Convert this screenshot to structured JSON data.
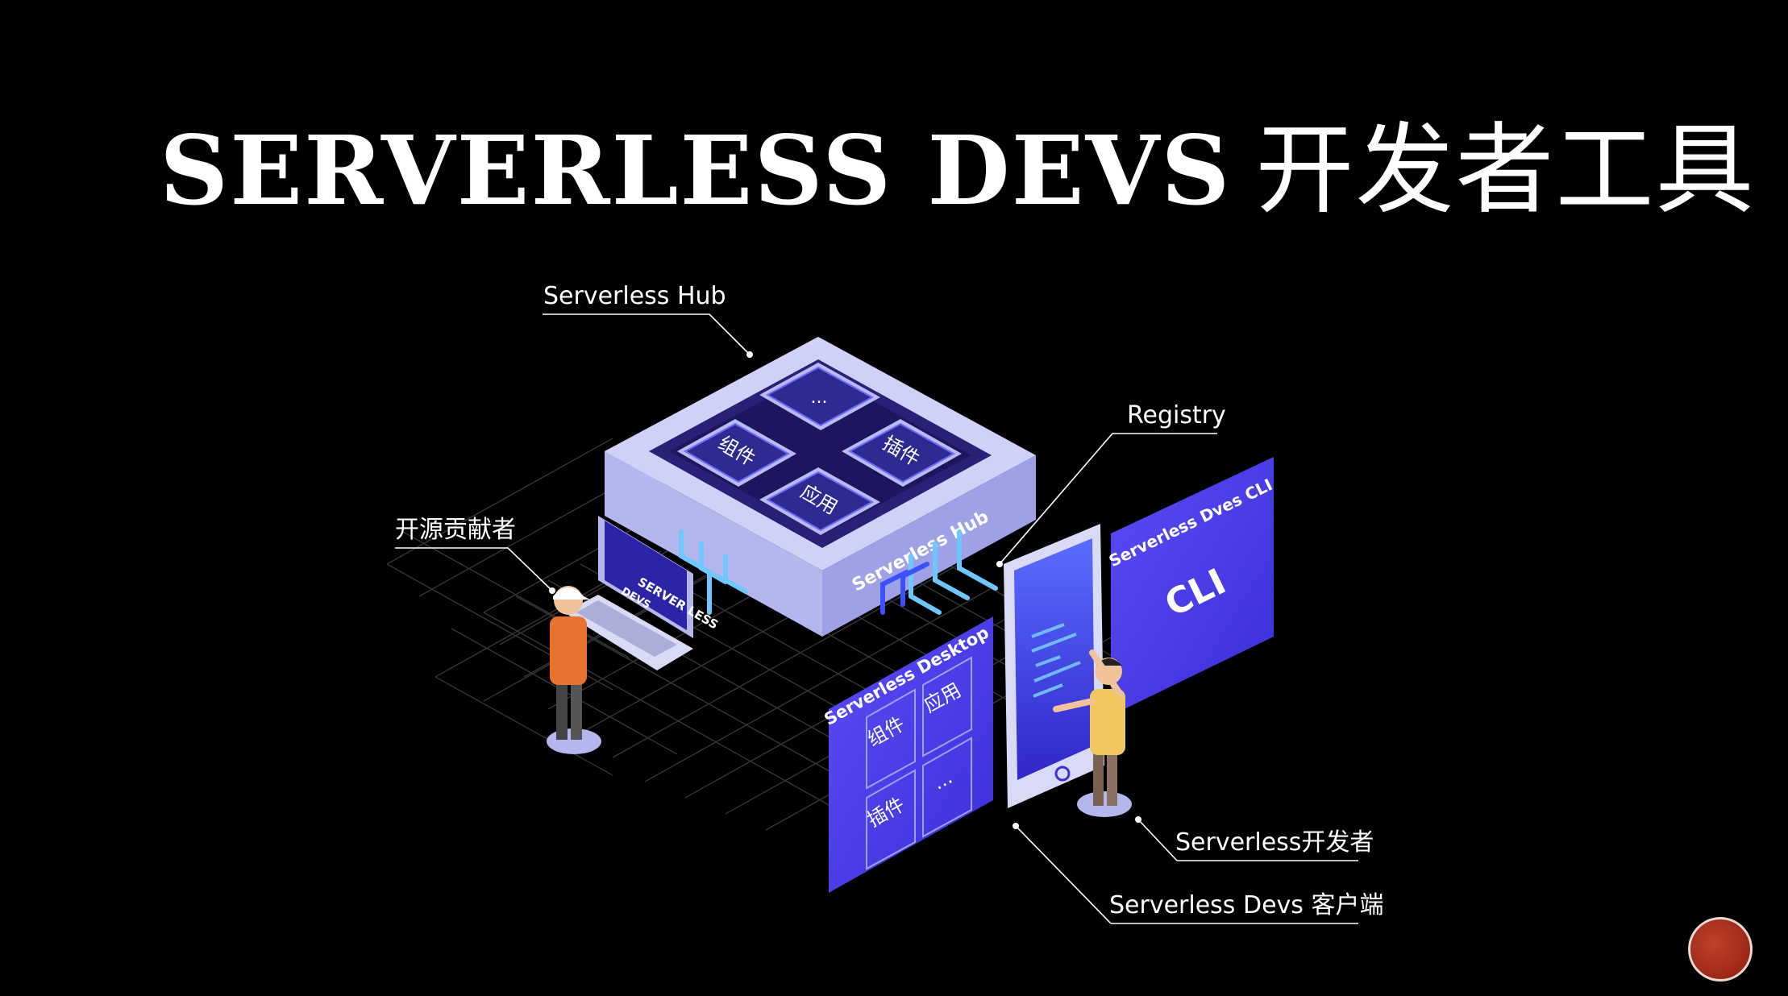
{
  "slide": {
    "title_en": "SERVERLESS DEVS",
    "title_cn": "开发者工具"
  },
  "callouts": {
    "hub": "Serverless Hub",
    "registry": "Registry",
    "contributor": "开源贡献者",
    "developer": "Serverless开发者",
    "client": "Serverless Devs 客户端"
  },
  "hub_block": {
    "side_label": "Serverless Hub",
    "tiles": [
      "...",
      "组件",
      "插件",
      "应用"
    ]
  },
  "laptop": {
    "screen_label_1": "SERVER LESS",
    "screen_label_2": "DEVS"
  },
  "cli_panel": {
    "title": "Serverless Dves CLI",
    "body": "CLI"
  },
  "desktop_panel": {
    "title": "Serverless Desktop",
    "tiles": [
      "组件",
      "应用",
      "插件",
      "..."
    ]
  },
  "colors": {
    "background": "#000000",
    "accent": "#4a3df0",
    "hub_side": "#c9cbf5",
    "grid": "#3a3a3a"
  }
}
